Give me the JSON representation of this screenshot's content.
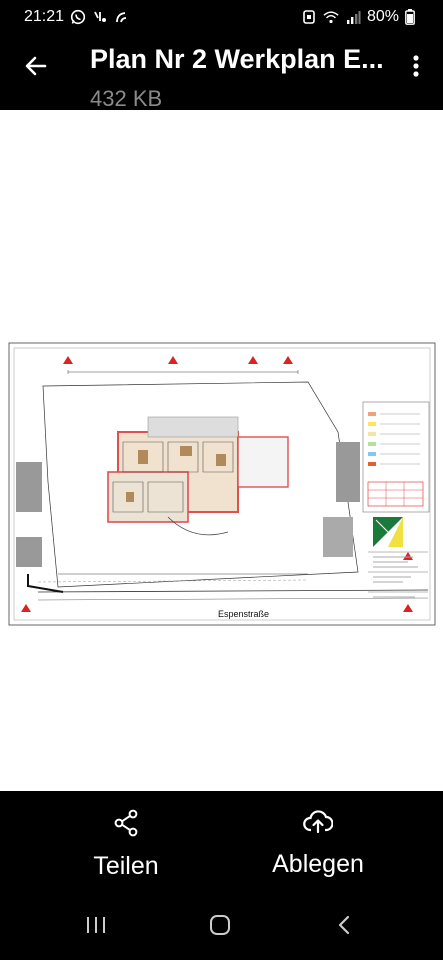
{
  "status_bar": {
    "time": "21:21",
    "battery": "80%",
    "icons": [
      "whatsapp-icon",
      "voicemail-icon",
      "wifi-calling-icon",
      "nfc-icon",
      "wifi-icon",
      "signal-icon",
      "battery-icon"
    ]
  },
  "app_bar": {
    "title": "Plan Nr 2 Werkplan E...",
    "file_size": "432 KB",
    "back_icon": "arrow-left-icon",
    "menu_icon": "more-vertical-icon"
  },
  "image": {
    "street_label": "Espenstraße",
    "background": "#ffffff"
  },
  "actions": {
    "share_label": "Teilen",
    "save_label": "Ablegen"
  },
  "nav": {
    "recents_icon": "recents-icon",
    "home_icon": "home-icon",
    "back_icon": "back-chevron-icon"
  }
}
